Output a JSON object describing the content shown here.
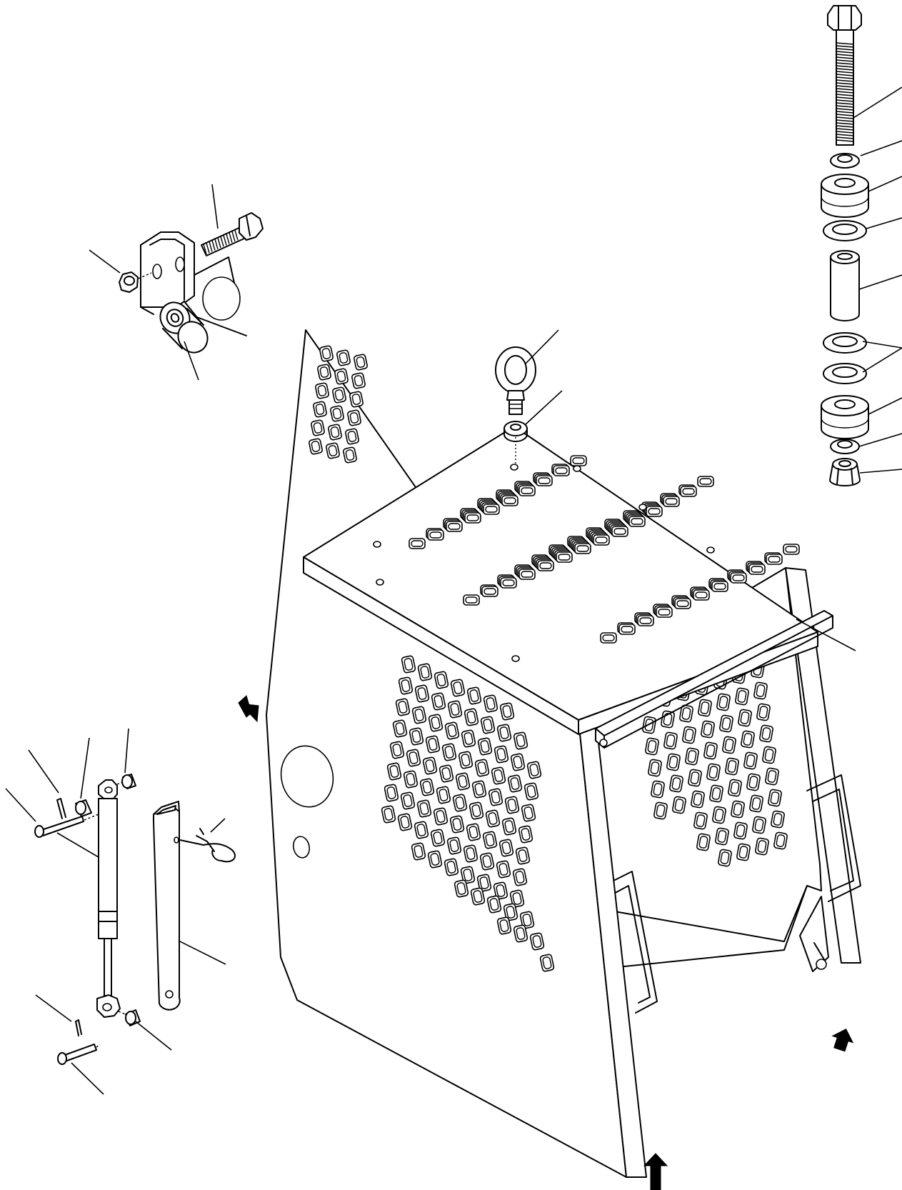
{
  "diagram": {
    "colors": {
      "line": "#000000",
      "background": "#ffffff"
    },
    "parts": [
      "canopy-guard",
      "eye-bolt",
      "washer",
      "long-bolt",
      "rubber-mount",
      "spacer-tube",
      "nut",
      "hinge-bracket",
      "gas-spring",
      "support-bar",
      "trim-strip",
      "clevis-pin",
      "cotter-pin",
      "lynch-pin"
    ],
    "icons": [
      "arrow-icon",
      "arrow-icon",
      "arrow-icon"
    ]
  }
}
